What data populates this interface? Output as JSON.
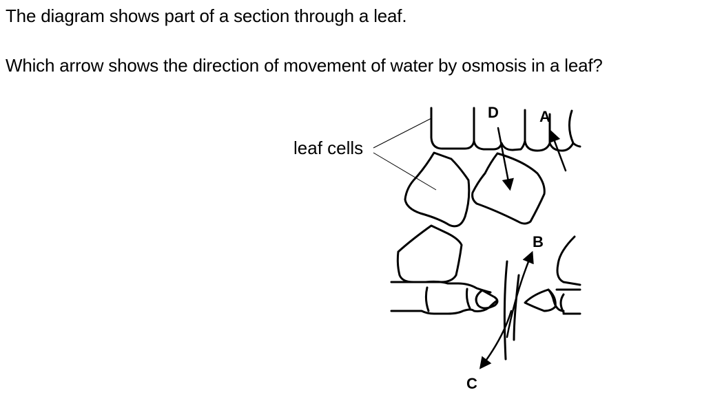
{
  "question": {
    "intro": "The diagram shows part of a section through a leaf.",
    "prompt": "Which arrow shows the direction of movement of water by osmosis in a leaf?"
  },
  "diagram": {
    "pointer_label": "leaf cells",
    "arrow_labels": {
      "a": "A",
      "b": "B",
      "c": "C",
      "d": "D"
    }
  }
}
